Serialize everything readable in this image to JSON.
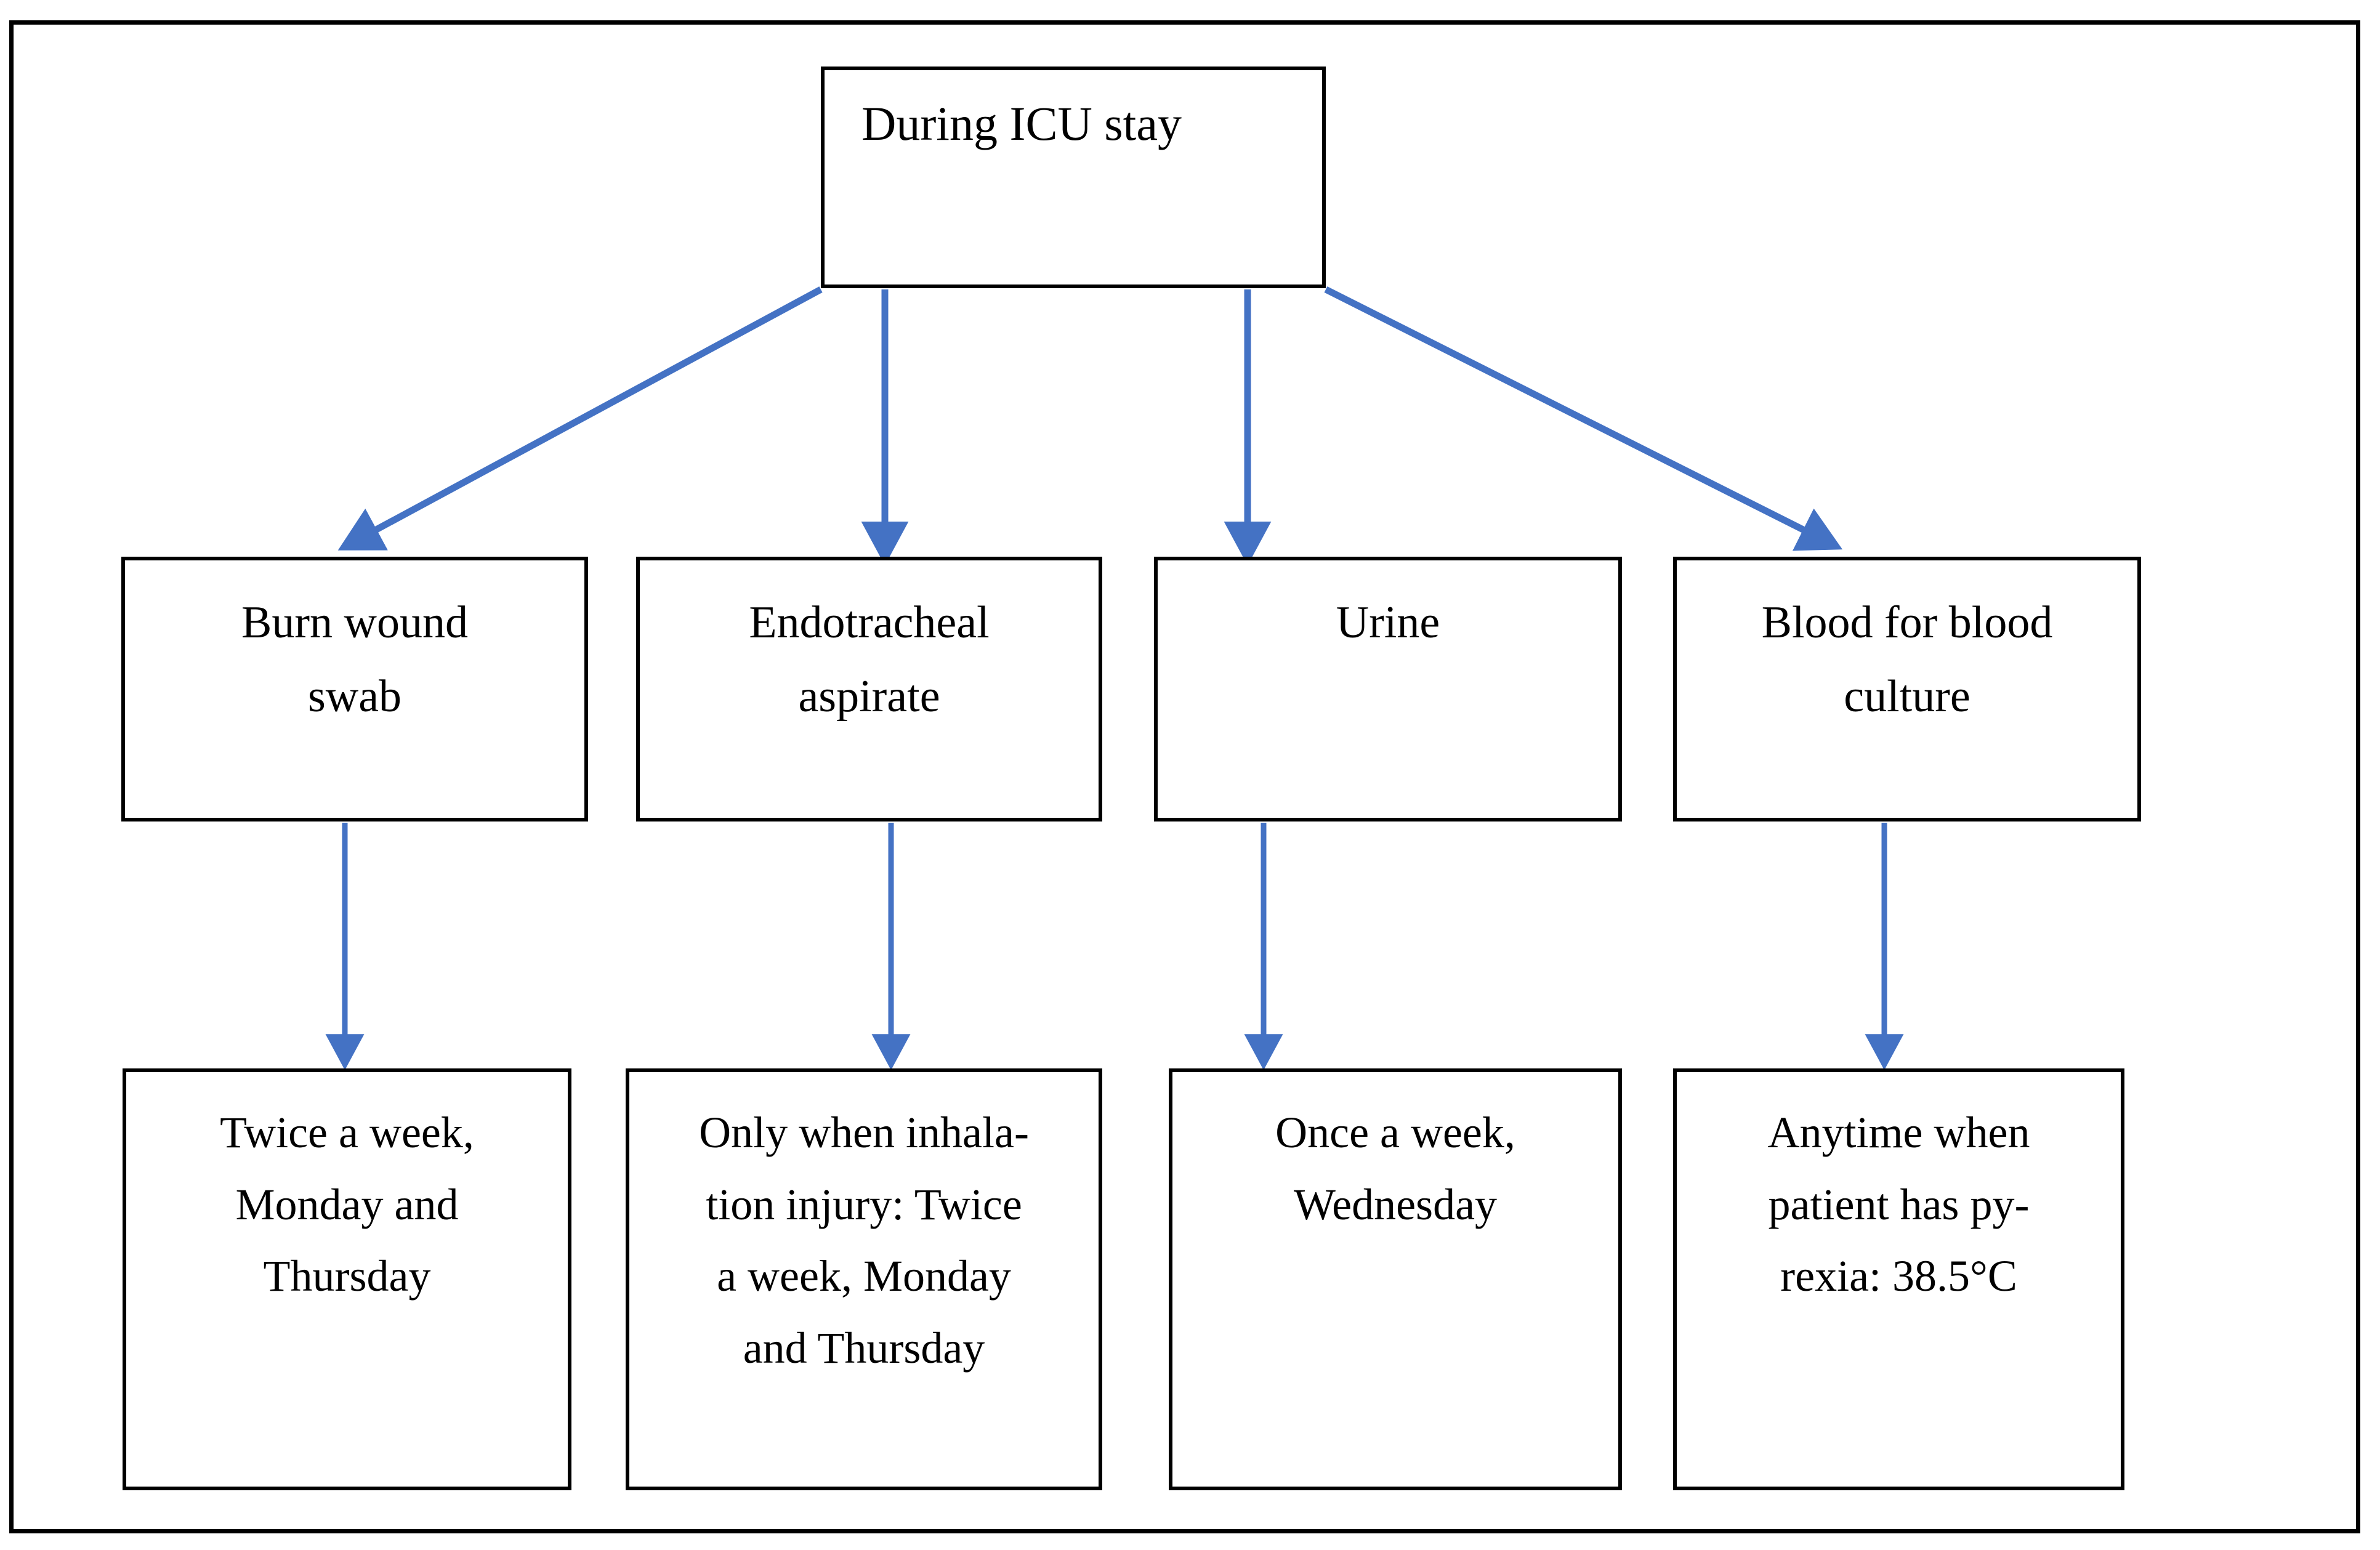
{
  "diagram": {
    "title_node": {
      "label": "During ICU stay"
    },
    "specimen_row": [
      {
        "label": "Burn wound\nswab"
      },
      {
        "label": "Endotracheal\naspirate"
      },
      {
        "label": "Urine"
      },
      {
        "label": "Blood for blood\nculture"
      }
    ],
    "frequency_row": [
      {
        "label": "Twice a week,\nMonday and\nThursday"
      },
      {
        "label": "Only when inhala-\ntion injury: Twice\na week, Monday\nand Thursday"
      },
      {
        "label": "Once a week,\nWednesday"
      },
      {
        "label": "Anytime when\npatient has py-\nrexia: 38.5°C"
      }
    ],
    "colors": {
      "arrow": "#4472C4",
      "box_border": "#000000",
      "frame_border": "#000000",
      "text": "#000000",
      "background": "#FFFFFF"
    },
    "connectors": [
      {
        "from": "During ICU stay",
        "to": "Burn wound swab",
        "style": "diagonal-arrow-left"
      },
      {
        "from": "During ICU stay",
        "to": "Endotracheal aspirate",
        "style": "vertical-arrow"
      },
      {
        "from": "During ICU stay",
        "to": "Urine",
        "style": "vertical-arrow"
      },
      {
        "from": "During ICU stay",
        "to": "Blood for blood culture",
        "style": "diagonal-arrow-right"
      },
      {
        "from": "Burn wound swab",
        "to": "Twice a week, Monday and Thursday",
        "style": "vertical-arrow"
      },
      {
        "from": "Endotracheal aspirate",
        "to": "Only when inhalation injury: Twice a week, Monday and Thursday",
        "style": "vertical-arrow"
      },
      {
        "from": "Urine",
        "to": "Once a week, Wednesday",
        "style": "vertical-arrow"
      },
      {
        "from": "Blood for blood culture",
        "to": "Anytime when patient has pyrexia: 38.5°C",
        "style": "vertical-arrow"
      }
    ]
  }
}
